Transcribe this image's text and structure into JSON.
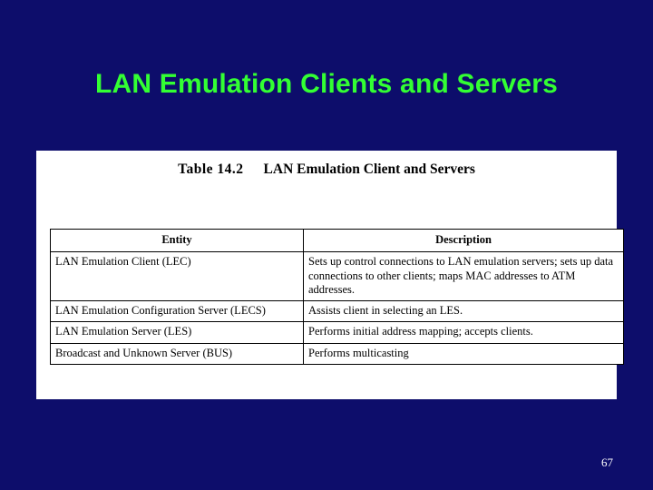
{
  "slide": {
    "title": "LAN Emulation Clients and Servers",
    "page_number": "67",
    "background_color": "#0d0d6b",
    "title_color": "#33ff33"
  },
  "table_figure": {
    "caption_number": "Table 14.2",
    "caption_text": "LAN Emulation Client and Servers",
    "columns": [
      "Entity",
      "Description"
    ],
    "rows": [
      {
        "entity": "LAN Emulation Client (LEC)",
        "description": "Sets up control connections to LAN emulation servers; sets up data connections to other clients; maps MAC addresses to ATM addresses."
      },
      {
        "entity": "LAN Emulation Configuration Server (LECS)",
        "description": "Assists client in selecting an LES."
      },
      {
        "entity": "LAN Emulation Server (LES)",
        "description": "Performs initial address mapping; accepts clients."
      },
      {
        "entity": "Broadcast and Unknown Server (BUS)",
        "description": "Performs multicasting"
      }
    ]
  }
}
